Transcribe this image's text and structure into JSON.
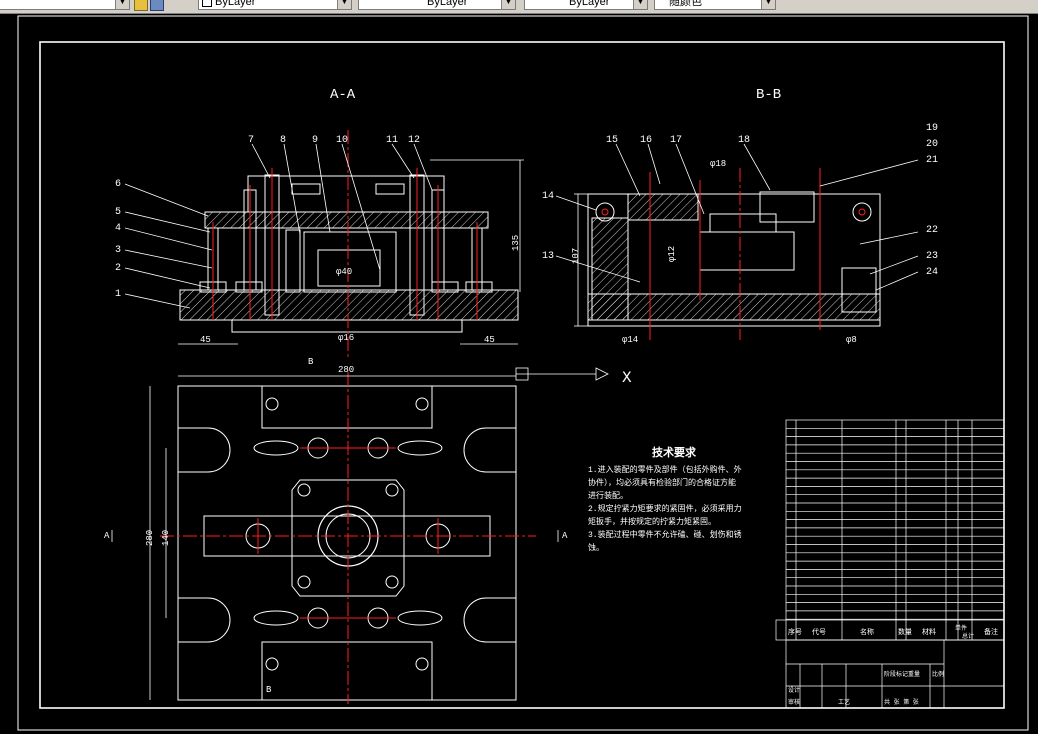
{
  "toolbar": {
    "linetype_combo": "ByLayer",
    "lineweight_combo": "ByLayer",
    "color_combo": "ByLayer",
    "plotstyle_combo": "随颜色"
  },
  "drawing": {
    "section_aa_title": "A-A",
    "section_bb_title": "B-B",
    "callouts_left": [
      "6",
      "5",
      "4",
      "3",
      "2",
      "1"
    ],
    "callouts_top_a": [
      "7",
      "8",
      "9",
      "10",
      "11",
      "12"
    ],
    "callouts_top_b": [
      "15",
      "16",
      "17",
      "18"
    ],
    "callouts_right_b": [
      "19",
      "20",
      "21",
      "22",
      "23",
      "24"
    ],
    "callouts_b_left": [
      "14",
      "13"
    ],
    "dim_a_left": "45",
    "dim_a_right": "45",
    "dim_a_height": "135",
    "dim_a_phi": "φ16",
    "dim_a_phi2": "φ40",
    "dim_b_height": "107",
    "dim_b_phi_top": "φ18",
    "dim_b_phi_mid": "φ12",
    "dim_b_phi_bot": "φ14",
    "dim_b_right": "φ8",
    "dim_plan_width": "280",
    "dim_plan_height": "280",
    "dim_plan_inner": "140",
    "axis_label_x": "X",
    "section_mark_b": "B",
    "section_mark_a": "A",
    "tech_req": {
      "title": "技术要求",
      "lines": [
        "1.进入装配的零件及部件（包括外购件、外",
        "协件），均必须具有检验部门的合格证方能",
        "进行装配。",
        "2.规定拧紧力矩要求的紧固件，必须采用力",
        "矩扳手，并按规定的拧紧力矩紧固。",
        "3.装配过程中零件不允许磕、碰、划伤和锈",
        "蚀。"
      ]
    },
    "bom_header": [
      "序号",
      "代号",
      "名称",
      "数量",
      "材料",
      "单件",
      "总计",
      "备注"
    ],
    "title_block": {
      "designer": "设计",
      "review": "审核",
      "process": "工艺",
      "stage": "阶段标记",
      "scale": "比例",
      "weight": "重量",
      "sheet": "共  张  第  张"
    }
  }
}
